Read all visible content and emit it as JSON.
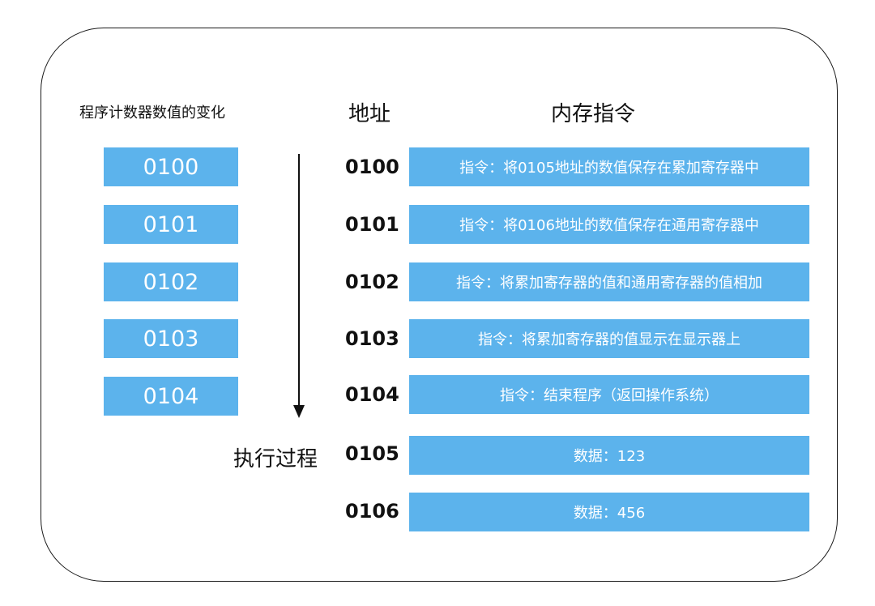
{
  "headings": {
    "pc_title": "程序计数器数值的变化",
    "address_title": "地址",
    "memory_title": "内存指令"
  },
  "program_counter": [
    "0100",
    "0101",
    "0102",
    "0103",
    "0104"
  ],
  "execution_label": "执行过程",
  "memory": [
    {
      "address": "0100",
      "content": "指令：将0105地址的数值保存在累加寄存器中"
    },
    {
      "address": "0101",
      "content": "指令：将0106地址的数值保存在通用寄存器中"
    },
    {
      "address": "0102",
      "content": "指令：将累加寄存器的值和通用寄存器的值相加"
    },
    {
      "address": "0103",
      "content": "指令：将累加寄存器的值显示在显示器上"
    },
    {
      "address": "0104",
      "content": "指令：结束程序（返回操作系统）"
    },
    {
      "address": "0105",
      "content": "数据：123"
    },
    {
      "address": "0106",
      "content": "数据：456"
    }
  ],
  "colors": {
    "box_fill": "#5cb3ec",
    "box_text": "#ffffff"
  }
}
